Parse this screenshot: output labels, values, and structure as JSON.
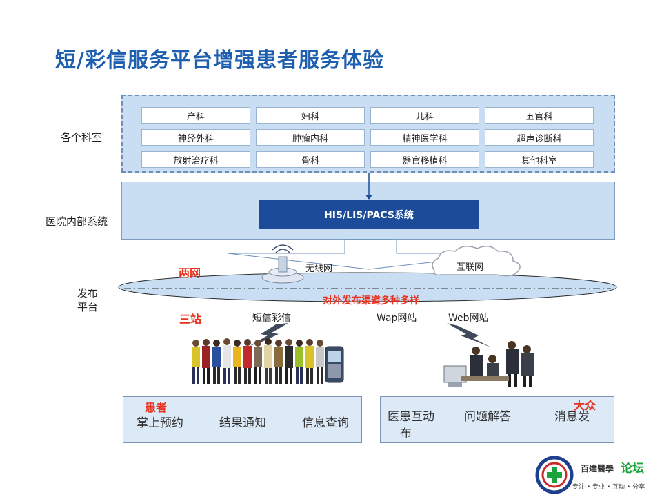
{
  "title": "短/彩信服务平台增强患者服务体验",
  "departments": {
    "label": "各个科室",
    "items": [
      "产科",
      "妇科",
      "儿科",
      "五官科",
      "神经外科",
      "肿瘤内科",
      "精神医学科",
      "超声诊断科",
      "放射治疗科",
      "骨科",
      "器官移植科",
      "其他科室"
    ]
  },
  "hospital": {
    "label": "医院内部系统",
    "system": "HIS/LIS/PACS系统"
  },
  "publish": {
    "label_line1": "发布",
    "label_line2": "平台",
    "two_networks": "两网",
    "wireless": "无线网",
    "internet": "互联网",
    "channel": "对外发布渠道多种多样",
    "three_sites": "三站",
    "sms": "短信彩信",
    "wap": "Wap网站",
    "web": "Web网站"
  },
  "patients": {
    "label": "患者",
    "items": [
      "掌上预约",
      "结果通知",
      "信息查询"
    ]
  },
  "public": {
    "label": "大众",
    "items": [
      "医患互动",
      "问题解答",
      "消息发"
    ],
    "wrap": "布"
  },
  "logo": {
    "name": "百達醫學",
    "forum": "论坛",
    "tagline": "专注 • 专业 • 互动 • 分享"
  },
  "colors": {
    "title": "#1f5fb0",
    "region": "#c9ddf3",
    "system_box": "#1b4b99",
    "accent_red": "#e8321e"
  }
}
